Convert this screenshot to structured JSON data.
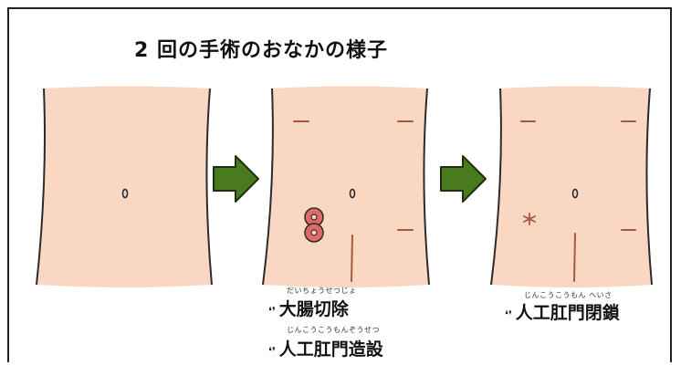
{
  "title": "2 回の手術のおなかの様子",
  "colors": {
    "skin": "#fad7c3",
    "outline": "#2b2b2b",
    "scar": "#a8583e",
    "stoma": "#e06a6a",
    "arrow": "#4a7a1e"
  },
  "captions": {
    "middle": [
      {
        "ruby": "だいちょうせつじょ",
        "text": "大腸切除"
      },
      {
        "ruby": "じんこうこうもんぞうせつ",
        "text": "人工肛門造設"
      }
    ],
    "right": [
      {
        "ruby": "じんこうこうもん へいさ",
        "text": "人工肛門閉鎖"
      }
    ]
  },
  "icons": {
    "bullet": "paw-print-icon",
    "arrow": "right-arrow-icon"
  }
}
